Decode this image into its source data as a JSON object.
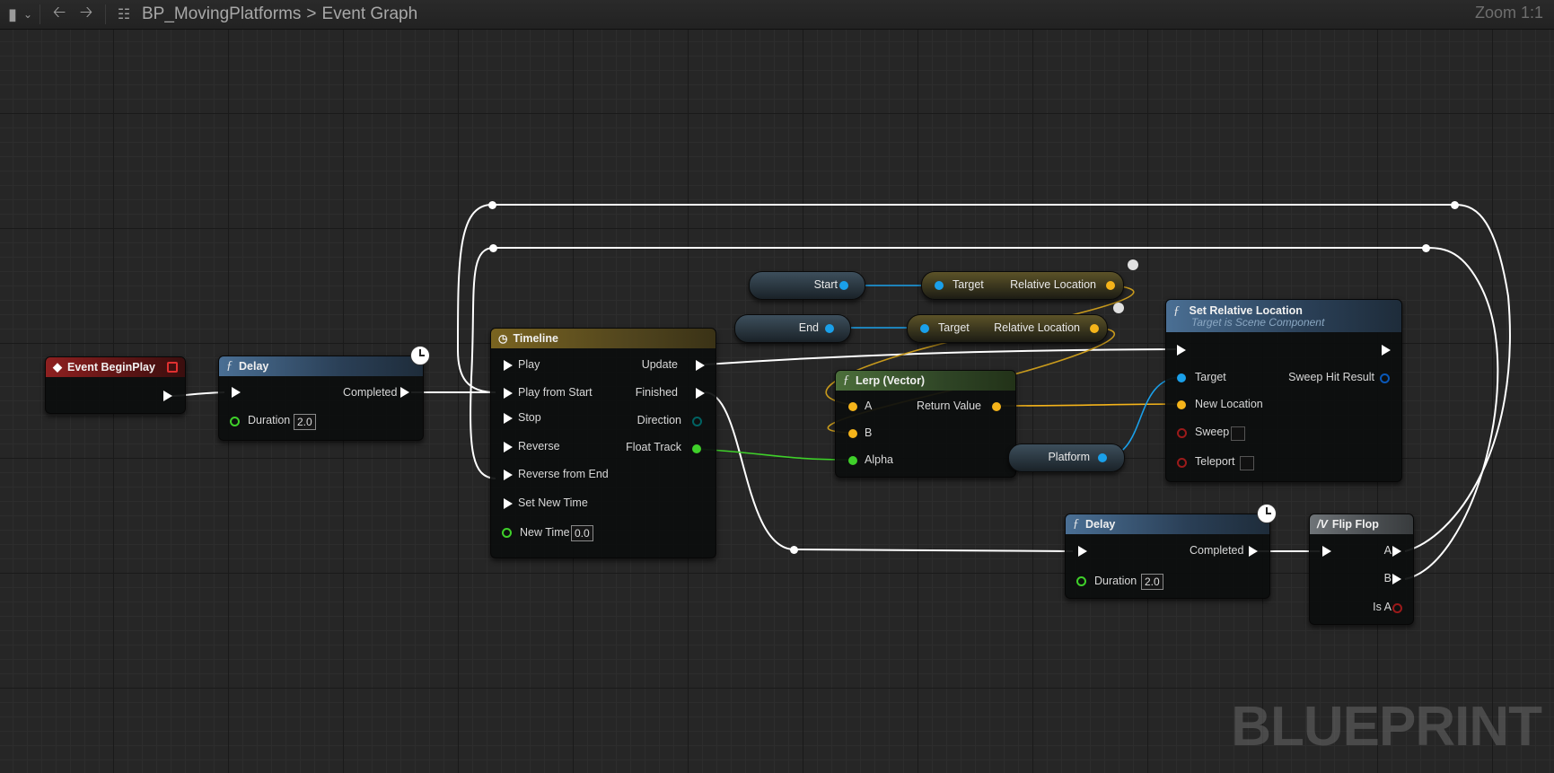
{
  "toolbar": {
    "breadcrumb_root": "BP_MovingPlatforms",
    "breadcrumb_sep": ">",
    "breadcrumb_leaf": "Event Graph",
    "zoom": "Zoom 1:1"
  },
  "watermark": "BLUEPRINT",
  "nodes": {
    "begin_play": {
      "title": "Event BeginPlay"
    },
    "delay1": {
      "title": "Delay",
      "completed": "Completed",
      "duration_label": "Duration",
      "duration_value": "2.0"
    },
    "timeline": {
      "title": "Timeline",
      "inputs": [
        "Play",
        "Play from Start",
        "Stop",
        "Reverse",
        "Reverse from End",
        "Set New Time"
      ],
      "new_time_label": "New Time",
      "new_time_value": "0.0",
      "outputs": [
        "Update",
        "Finished",
        "Direction",
        "Float Track"
      ]
    },
    "start_var": {
      "label": "Start"
    },
    "end_var": {
      "label": "End"
    },
    "get_start": {
      "target": "Target",
      "output": "Relative Location"
    },
    "get_end": {
      "target": "Target",
      "output": "Relative Location"
    },
    "lerp": {
      "title": "Lerp (Vector)",
      "a": "A",
      "b": "B",
      "alpha": "Alpha",
      "return": "Return Value"
    },
    "platform_var": {
      "label": "Platform"
    },
    "set_rel": {
      "title": "Set Relative Location",
      "subtitle": "Target is Scene Component",
      "target": "Target",
      "new_location": "New Location",
      "sweep": "Sweep",
      "teleport": "Teleport",
      "sweep_hit": "Sweep Hit Result"
    },
    "delay2": {
      "title": "Delay",
      "completed": "Completed",
      "duration_label": "Duration",
      "duration_value": "2.0"
    },
    "flipflop": {
      "title": "Flip Flop",
      "a": "A",
      "b": "B",
      "is_a": "Is A"
    }
  },
  "colors": {
    "exec": "#ffffff",
    "float": "#3fd02a",
    "vector": "#f5b41a",
    "object": "#1aa0ea",
    "bool": "#9b1a1a",
    "struct": "#0a58b8",
    "byte": "#006262"
  }
}
